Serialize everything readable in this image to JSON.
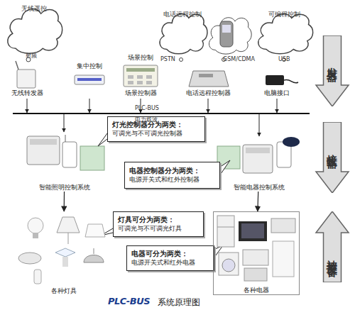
{
  "diagram": {
    "caption": "系统原理图",
    "nodes": [
      {
        "text": [
          "无线遥控"
        ]
      },
      {
        "text": [
          "电话远程控制"
        ]
      },
      {
        "text": [
          "可编程控制"
        ]
      },
      {
        "text": [
          "无线转发器"
        ]
      },
      {
        "text": [
          "集中控制"
        ]
      },
      {
        "text": [
          "场景控制",
          "场景控制器"
        ]
      },
      {
        "text": [
          "电话远程控制器"
        ]
      },
      {
        "text": [
          "电脑接口"
        ]
      },
      {
        "text": [
          "发射器"
        ]
      },
      {
        "text": [
          "灯光控制器分为两类：",
          "可调光与不可调光控制器"
        ]
      },
      {
        "text": [
          "智能照明控制系统"
        ]
      },
      {
        "text": [
          "电器控制器分为两类：",
          "电源开关式和红外控制器"
        ]
      },
      {
        "text": [
          "智能电器控制系统"
        ]
      },
      {
        "text": [
          "接收器"
        ]
      },
      {
        "text": [
          "灯具可分为两类：",
          "可调光与不可调光灯具"
        ]
      },
      {
        "text": [
          "各种灯具"
        ]
      },
      {
        "text": [
          "电器可分为两类：",
          "电源开关式和红外电器"
        ]
      },
      {
        "text": [
          "各种电器"
        ]
      },
      {
        "text": [
          "被控设备"
        ]
      }
    ],
    "edges": [
      {
        "from": 10,
        "to": 15,
        "arrow": "to"
      },
      {
        "from": 12,
        "to": 17,
        "arrow": "to"
      }
    ],
    "labels": [
      "射频",
      "PSTN",
      "GSM/CDMA",
      "USB",
      "PLC-BUS",
      "电力载波",
      "PLC-BUS"
    ]
  }
}
